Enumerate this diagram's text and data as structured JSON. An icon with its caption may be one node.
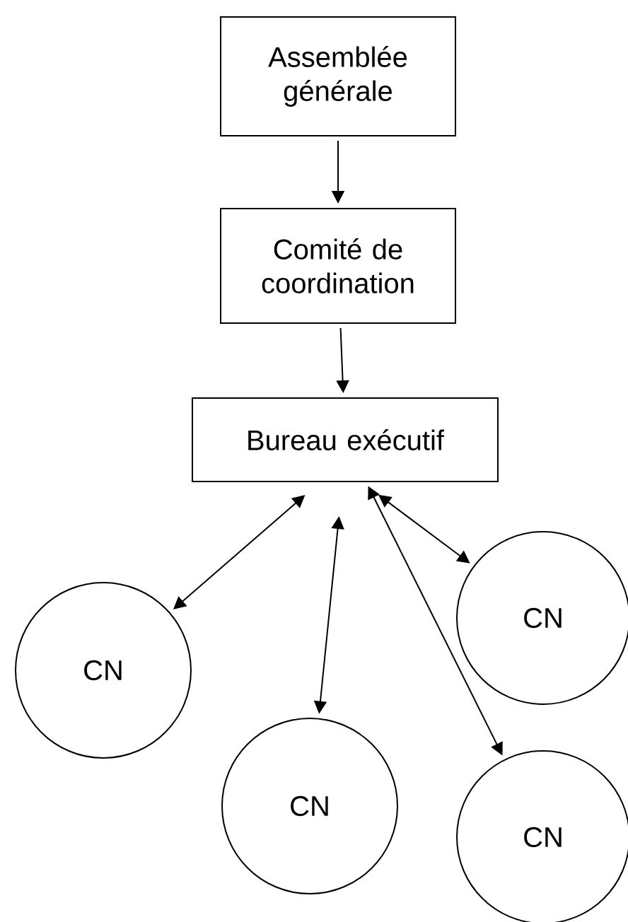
{
  "diagram": {
    "nodes": [
      {
        "text": [
          "Assemblée générale"
        ]
      },
      {
        "text": [
          "Comité de coordination"
        ]
      },
      {
        "text": [
          "Bureau exécutif"
        ]
      },
      {
        "text": [
          "CN"
        ]
      },
      {
        "text": [
          "CN"
        ]
      },
      {
        "text": [
          "CN"
        ]
      },
      {
        "text": [
          "CN"
        ]
      }
    ],
    "edges": [
      {
        "from": 0,
        "to": 1,
        "arrow": "to"
      },
      {
        "from": 1,
        "to": 2,
        "arrow": "to"
      },
      {
        "from": 2,
        "to": 3,
        "arrow": "both"
      },
      {
        "from": 2,
        "to": 4,
        "arrow": "both"
      },
      {
        "from": 2,
        "to": 5,
        "arrow": "both"
      },
      {
        "from": 2,
        "to": 6,
        "arrow": "both"
      }
    ]
  }
}
